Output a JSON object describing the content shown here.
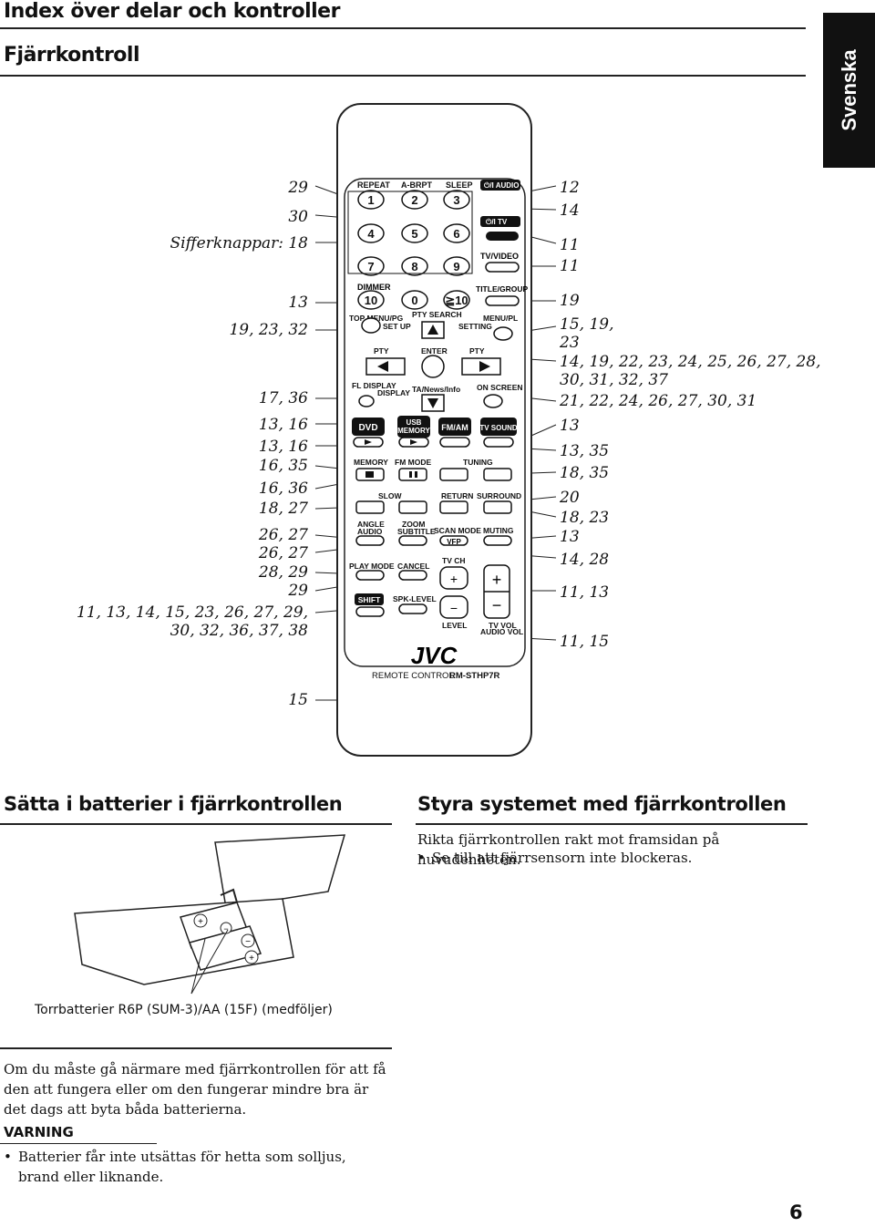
{
  "header": {
    "title": "Index över delar och kontroller",
    "subtitle": "Fjärrkontroll",
    "language_tab": "Svenska"
  },
  "callouts_left": [
    "29",
    "30",
    "Sifferknappar: 18",
    "13",
    "19, 23, 32",
    "17, 36",
    "13, 16",
    "13, 16",
    "16, 35",
    "16, 36",
    "18, 27",
    "26, 27",
    "26, 27",
    "28, 29",
    "29",
    "11, 13, 14, 15, 23, 26, 27, 29,",
    "30, 32, 36, 37, 38",
    "15"
  ],
  "callouts_right": [
    "12",
    "14",
    "11",
    "11",
    "19",
    "15, 19,",
    "23",
    "14, 19, 22, 23, 24, 25, 26, 27, 28,",
    "30, 31, 32, 37",
    "21, 22, 24, 26, 27, 30, 31",
    "13",
    "13, 35",
    "18, 35",
    "20",
    "18, 23",
    "13",
    "14, 28",
    "11, 13",
    "11, 15"
  ],
  "remote": {
    "labels": {
      "repeat": "REPEAT",
      "abrpt": "A-BRPT",
      "sleep": "SLEEP",
      "audio": "⏻/I AUDIO",
      "tv": "⏻/I TV",
      "tvvideo": "TV/VIDEO",
      "dimmer": "DIMMER",
      "titlegroup": "TITLE/GROUP",
      "topmenu": "TOP MENU/PG",
      "setup": "SET UP",
      "ptysearch": "PTY SEARCH",
      "menupl": "MENU/PL",
      "setting": "SETTING",
      "ptyminus": "PTY",
      "enter": "ENTER",
      "ptyplus": "PTY",
      "fldisplay": "FL DISPLAY",
      "display": "DISPLAY",
      "tanews": "TA/News/Info",
      "onscreen": "ON SCREEN",
      "dvd": "DVD",
      "usb": "USB",
      "memory_top": "MEMORY",
      "fmam": "FM/AM",
      "tvsound": "TV SOUND",
      "memory": "MEMORY",
      "fmmode": "FM MODE",
      "tuning": "TUNING",
      "slow": "SLOW",
      "return": "RETURN",
      "surround": "SURROUND",
      "angle": "ANGLE",
      "audio_lbl": "AUDIO",
      "zoom": "ZOOM",
      "subtitle": "SUBTITLE",
      "scanmode": "SCAN MODE",
      "muting": "MUTING",
      "vfp": "VFP",
      "tvch": "TV CH",
      "playmode": "PLAY MODE",
      "cancel": "CANCEL",
      "shift": "SHIFT",
      "spklevel": "SPK-LEVEL",
      "level": "LEVEL",
      "tvvol": "TV VOL",
      "audiovol": "AUDIO VOL",
      "brand": "JVC",
      "model_prefix": "REMOTE CONTROL",
      "model": "RM-STHP7R"
    },
    "digits": [
      "1",
      "2",
      "3",
      "4",
      "5",
      "6",
      "7",
      "8",
      "9",
      "10",
      "0",
      "≧10"
    ]
  },
  "batteries": {
    "heading": "Sätta i batterier i fjärrkontrollen",
    "caption": "Torrbatterier R6P (SUM-3)/AA (15F) (medföljer)",
    "note": "Om du måste gå närmare med fjärrkontrollen för att få den att fungera eller om den fungerar mindre bra är det dags att byta båda batterierna.",
    "warning_title": "VARNING",
    "warning_item": "Batterier får inte utsättas för hetta som solljus, brand eller liknande."
  },
  "operating": {
    "heading": "Styra systemet med fjärrkontrollen",
    "text": "Rikta fjärrkontrollen rakt mot framsidan på huvudenheten.",
    "bullet": "Se till att fjärrsensorn inte blockeras."
  },
  "page_number": "6"
}
